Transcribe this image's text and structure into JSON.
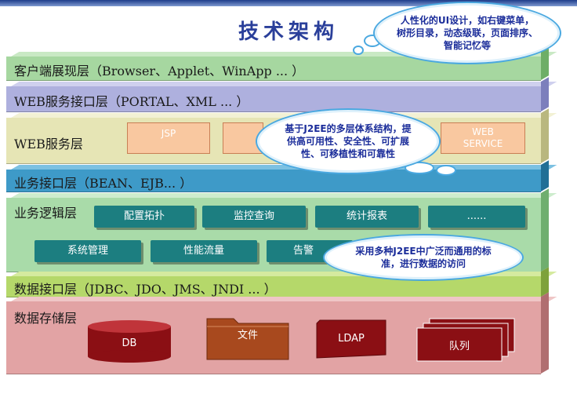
{
  "title": "技术架构",
  "layers": {
    "client": "客户端展现层（Browser、Applet、WinApp ... ）",
    "web_if": "WEB服务接口层（PORTAL、XML ... ）",
    "web_svc": "WEB服务层",
    "biz_if": "业务接口层（BEAN、EJB... ）",
    "biz_logic": "业务逻辑层",
    "data_if": "数据接口层（JDBC、JDO、JMS、JNDI ... ）",
    "data_store": "数据存储层"
  },
  "web_panes": {
    "jsp": "JSP",
    "web_service": "WEB SERVICE"
  },
  "biz_modules": {
    "config_topo": "配置拓扑",
    "monitor_query": "监控查询",
    "stat_report": "统计报表",
    "more": "......",
    "sys_mgmt": "系统管理",
    "perf_flow": "性能流量",
    "alarm": "告警"
  },
  "storage": {
    "db": "DB",
    "file": "文件",
    "ldap": "LDAP",
    "queue": "队列"
  },
  "callouts": {
    "ui": "人性化的UI设计，如右键菜单，树形目录，动态级联，页面排序、智能记忆等",
    "j2ee": "基于J2EE的多层体系结构，提供高可用性、安全性、可扩展性、可移植性和可靠性",
    "standard": "采用多种J2EE中广泛而通用的标准，进行数据的访问"
  },
  "colors": {
    "client": "#a6d7a0",
    "web_if": "#aeb0de",
    "web_svc": "#e6e5b5",
    "biz_if": "#3e9ac8",
    "biz_logic": "#a9dba9",
    "data_if": "#b5d86a",
    "data_store": "#e2a3a4",
    "module": "#1c7e80",
    "storage": "#8b0f14",
    "title": "#2a3f9a",
    "cloud_text": "#1b2d9a"
  }
}
